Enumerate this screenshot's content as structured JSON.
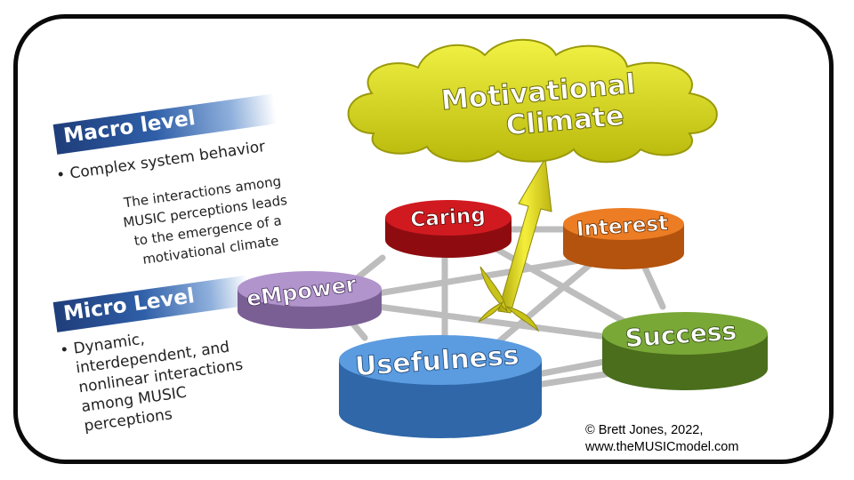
{
  "macro": {
    "heading": "Macro level",
    "bullet": "Complex system behavior",
    "description_lines": [
      "The interactions among",
      "MUSIC perceptions leads",
      "to the emergence of a",
      "motivational climate"
    ]
  },
  "micro": {
    "heading": "Micro Level",
    "bullet_lines": [
      "Dynamic,",
      "interdependent, and",
      "nonlinear interactions",
      "among MUSIC",
      "perceptions"
    ]
  },
  "cloud": {
    "line1": "Motivational",
    "line2": "Climate"
  },
  "nodes": {
    "caring": "Caring",
    "interest": "Interest",
    "empower": "eMpower",
    "success": "Success",
    "usefulness": "Usefulness"
  },
  "credit": {
    "line1": "© Brett Jones, 2022,",
    "line2": "www.theMUSICmodel.com"
  },
  "colors": {
    "caring": "#c8141c",
    "interest": "#e8761e",
    "empower": "#a98ac4",
    "success": "#6c9a2e",
    "usefulness": "#4f8ed2",
    "cloud": "#dede1a",
    "banner": "#1f3d7a"
  }
}
